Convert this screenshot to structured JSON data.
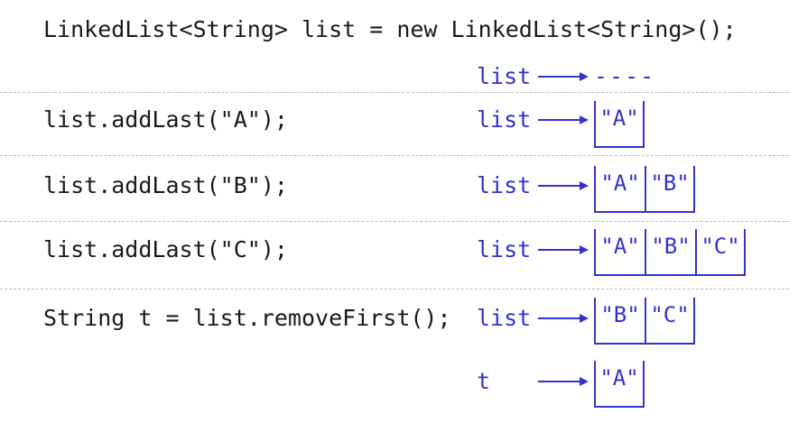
{
  "decl": "LinkedList<String> list = new LinkedList<String>();",
  "null_marker": "----",
  "rows": [
    {
      "code": "list.addLast(\"A\");",
      "var": "list",
      "cells": [
        "\"A\""
      ]
    },
    {
      "code": "list.addLast(\"B\");",
      "var": "list",
      "cells": [
        "\"A\"",
        "\"B\""
      ]
    },
    {
      "code": "list.addLast(\"C\");",
      "var": "list",
      "cells": [
        "\"A\"",
        "\"B\"",
        "\"C\""
      ]
    },
    {
      "code": "String t = list.removeFirst();",
      "var": "list",
      "cells": [
        "\"B\"",
        "\"C\""
      ]
    }
  ],
  "init_var": "list",
  "t_row": {
    "var": "t",
    "cells": [
      "\"A\""
    ]
  },
  "colors": {
    "accent": "#3333cc",
    "code": "#1a1a1a",
    "divider": "#b8b8b8"
  }
}
